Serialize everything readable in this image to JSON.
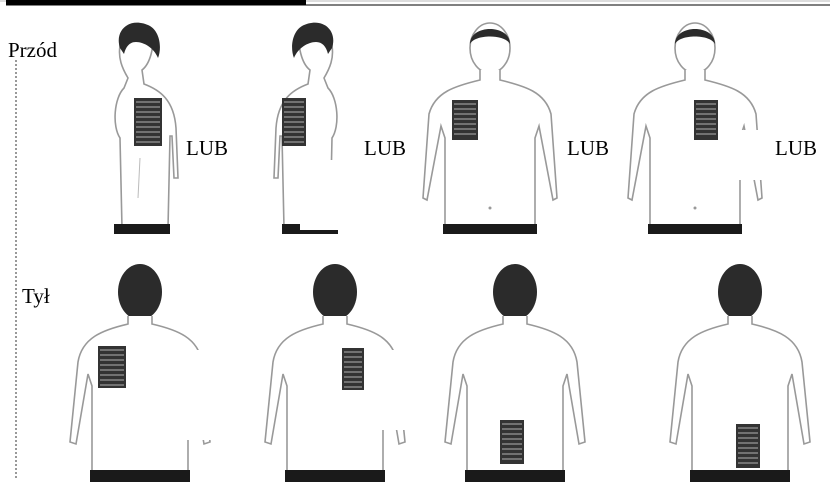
{
  "labels": {
    "front": "Przód",
    "back": "Tył",
    "or": "LUB"
  },
  "figures": {
    "front": [
      {
        "view": "side-left",
        "patch": "chest-side"
      },
      {
        "view": "side-right",
        "patch": "upper-arm"
      },
      {
        "view": "front",
        "patch": "right-chest"
      },
      {
        "view": "front",
        "patch": "left-chest"
      }
    ],
    "back": [
      {
        "view": "back",
        "patch": "upper-back-left"
      },
      {
        "view": "back",
        "patch": "upper-back-right"
      },
      {
        "view": "back",
        "patch": "lower-back-left"
      },
      {
        "view": "back",
        "patch": "lower-back-right"
      }
    ]
  },
  "colors": {
    "outline": "#999999",
    "hair": "#2b2b2b",
    "waistband": "#1a1a1a",
    "patch": "#333333",
    "border": "#888888"
  }
}
